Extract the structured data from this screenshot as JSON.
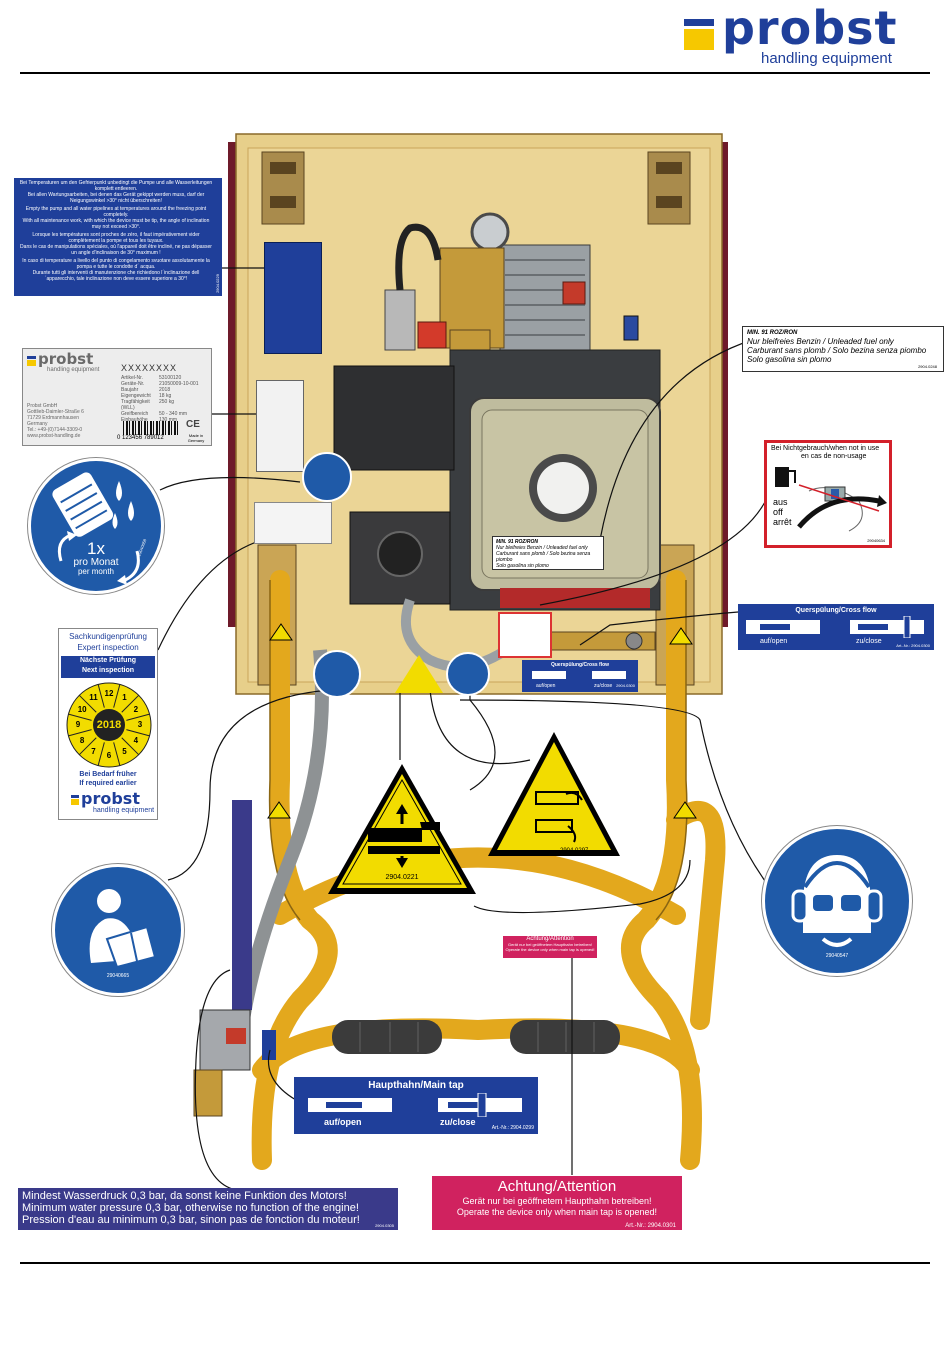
{
  "brand": {
    "word": "probst",
    "tagline": "handling equipment"
  },
  "labels": {
    "frost_notice": {
      "paragraphs": [
        "Bei Temperaturen um den Gefrierpunkt unbedingt die Pumpe und alle Wasserleitungen komplett entleeren.",
        "Bei allen Wartungsarbeiten, bei denen das Gerät gekippt werden muss, darf der Neigungswinkel >30° nicht überschreiten!",
        "Empty the pump and all water pipelines at temperatures around the freezing point completely.",
        "With all maintenance work, with which the device must be tip, the angle of inclination may not exceed >30°.",
        "Lorsque les températures sont proches de zéro, il faut impérativement vider complètement la pompe et tous les tuyaux.",
        "Dans le cas de manipulations spéciales, où l'appareil doit être incliné, ne pas dépasser un angle d'inclinaison de 30° maximum !",
        "In caso di temperature a livello del punto di congelamento svuotare assolutamente la pompa e tutte le condotte d´ acqua.",
        "Durante tutti gli interventi di manutenzione che richiedono l´inclinazione dell´apparecchio, tale inclinazione non deve essere superiore a 30°!"
      ],
      "code": "2904.0229"
    },
    "type_plate": {
      "brand": "probst",
      "tagline": "handling equipment",
      "model": "XXXXXXXX",
      "rows": [
        {
          "k": "Artikel-Nr.",
          "v": "53100120"
        },
        {
          "k": "Geräte-Nr.",
          "v": "21050009-10-001"
        },
        {
          "k": "Baujahr",
          "v": "2018"
        },
        {
          "k": "Eigengewicht",
          "v": "18 kg"
        },
        {
          "k": "Tragfähigkeit (WLL)",
          "v": "250 kg"
        },
        {
          "k": "Greifbereich",
          "v": "50 - 340 mm"
        },
        {
          "k": "Einbauhöhe",
          "v": "130 mm"
        }
      ],
      "address": [
        "Probst GmbH",
        "Gottlieb-Daimler-Straße 6",
        "71729 Erdmannhausen",
        "Germany",
        "Tel.: +49-(0)7144-3309-0",
        "www.probst-handling.de"
      ],
      "barcode": "0 123456 789012",
      "ce": "CE",
      "made_in": "Made in Germany"
    },
    "filter_sign": {
      "count": "1x",
      "line1": "pro Monat",
      "line2": "per month",
      "code": "29040658"
    },
    "inspection": {
      "title1": "Sachkundigenprüfung",
      "title2": "Expert inspection",
      "next1": "Nächste Prüfung",
      "next2": "Next inspection",
      "year": "2018",
      "months": [
        "1",
        "2",
        "3",
        "4",
        "5",
        "6",
        "7",
        "8",
        "9",
        "10",
        "11",
        "12"
      ],
      "early1": "Bei Bedarf früher",
      "early2": "If required earlier",
      "brand": "probst",
      "tagline": "handling equipment"
    },
    "manual_sign": {
      "code": "29040665"
    },
    "ear_eye_sign": {
      "code": "29040547"
    },
    "hand_crush": {
      "code": "2904.0221"
    },
    "foot_crush": {
      "code": "2904.0297"
    },
    "fuel": {
      "title": "MIN. 91 ROZ/RON",
      "lines": [
        "Nur bleifreies Benzin / Unleaded fuel only",
        "Carburant sans plomb / Solo bezina senza piombo",
        "Solo gasolina sin plomo"
      ],
      "code": "2904.0248",
      "small_title": "MIN. 91 ROZ/RON",
      "small_lines": [
        "Nur bleifreies Benzin / Unleaded fuel only",
        "Carburant sans plomb / Solo bezina senza piombo",
        "Solo gasolina sin plomo"
      ]
    },
    "non_usage": {
      "title": "Bei Nichtgebrauch/when not in use",
      "subtitle": "en cas de non-usage",
      "aus": "aus",
      "off": "off",
      "arret": "arrêt",
      "code": "29040634"
    },
    "cross_flow": {
      "title": "Querspülung/Cross flow",
      "open": "auf/open",
      "close": "zu/close",
      "code": "Art.-Nr.: 2904.0300",
      "small_code": "2904.0300"
    },
    "main_tap": {
      "title": "Haupthahn/Main tap",
      "open": "auf/open",
      "close": "zu/close",
      "code": "Art.-Nr.: 2904.0299"
    },
    "water_pressure": {
      "lines": [
        "Mindest Wasserdruck 0,3 bar, da sonst keine Funktion des Motors!",
        "Minimum water pressure 0,3 bar, otherwise no function of the engine!",
        "Pression d'eau au minimum 0,3 bar, sinon pas de fonction du moteur!"
      ],
      "code": "2904.0305"
    },
    "attention": {
      "title": "Achtung/Attention",
      "line1": "Gerät nur bei geöffnetem Haupthahn betreiben!",
      "line2": "Operate the device only when main tap is opened!",
      "code": "Art.-Nr.: 2904.0301"
    }
  },
  "colors": {
    "brand_blue": "#1f3f9a",
    "brand_yellow": "#f6c800",
    "frame": "#e8b53a",
    "plate": "#e7cf8a",
    "sign_blue": "#1f5aa8",
    "warning_yellow": "#f2dc00",
    "attention_pink": "#d0225f",
    "navy": "#3a3a8a"
  }
}
